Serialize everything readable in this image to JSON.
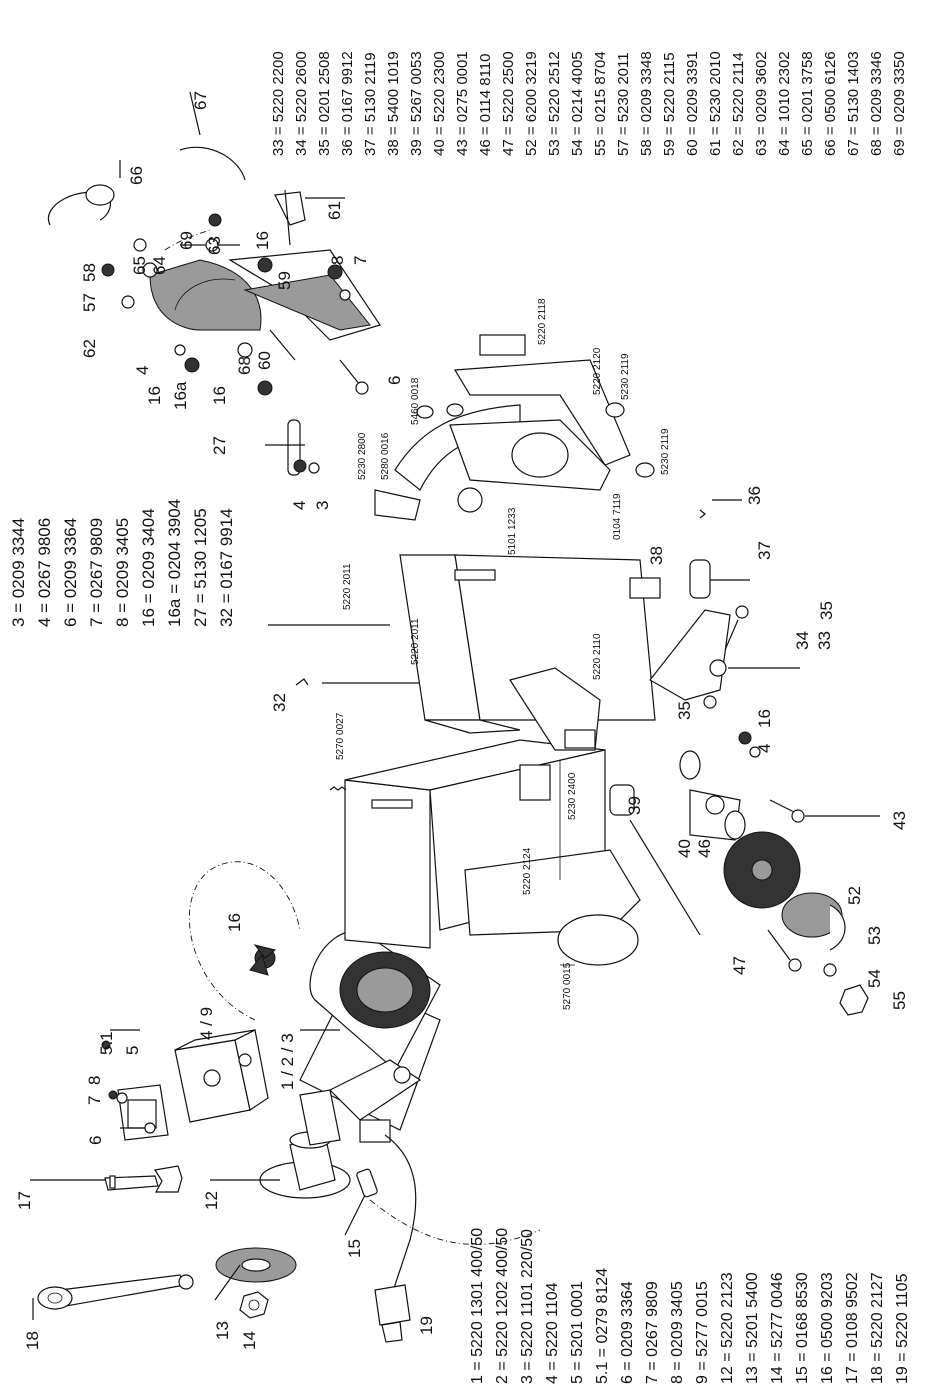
{
  "parts_list_left": [
    "1 = 5220 1301  400/50",
    "2 = 5220 1202  400/50",
    "3 = 5220 1101  220/50",
    "4 = 5220 1104",
    "5 = 5201 0001",
    "5.1 = 0279 8124",
    "6 = 0209 3364",
    "7 = 0267 9809",
    "8 =  0209 3405",
    "9 = 5277 0015",
    "12 = 5220 2123",
    "13 = 5201 5400",
    "14 = 5277 0046",
    "15 = 0168 8530",
    "16 = 0500 9203",
    "17 = 0108 9502",
    "18 = 5220 2127",
    "19 = 5220 1105"
  ],
  "parts_list_middle": [
    "3 =  0209 3344",
    "4 = 0267 9806",
    "6 = 0209 3364",
    "7 = 0267 9809",
    "8 = 0209 3405",
    "16 = 0209 3404",
    "16a = 0204 3904",
    "27 = 5130 1205",
    "32 = 0167 9914"
  ],
  "parts_list_right": [
    "33  =   5220 2200",
    "34  =   5220 2600",
    "35  =   0201 2508",
    "36  =   0167 9912",
    "37  =   5130 2119",
    "38  =   5400 1019",
    "39  =   5267 0053",
    "40  =   5220 2300",
    "43  =   0275 0001",
    "46  =   0114 8110",
    "47  =   5220 2500",
    "52  =   6200 3219",
    "53  =   5220 2512",
    "54  =   0214 4005",
    "55  =   0215 8704",
    "57  =   5230 2011",
    "58  =   0209 3348",
    "59  =   5220 2115",
    "60  =   0209 3391",
    "61  =   5230 2010",
    "62  =   5220 2114",
    "63  =   0209 3602",
    "64  =   1010 2302",
    "65  =   0201 3758",
    "66  =   0500 6126",
    "67  =   5130 1403",
    "68  =   0209 3346",
    "69  =   0209 3350"
  ],
  "callouts": {
    "c18": "18",
    "c14": "14",
    "c13": "13",
    "c19": "19",
    "c15": "15",
    "c12": "12",
    "c17": "17",
    "c6": "6",
    "c7": "7",
    "c8": "8",
    "c5": "5",
    "c51": "5.1",
    "c49": "4 / 9",
    "c123": "1 / 2 / 3",
    "c16m": "16",
    "c32": "32",
    "c4a": "4",
    "c3a": "3",
    "c27": "27",
    "c16a": "16a",
    "c16b": "16",
    "c16c": "16",
    "c4b": "4",
    "c62": "62",
    "c68": "68",
    "c60": "60",
    "c57": "57",
    "c58": "58",
    "c65": "65",
    "c64": "64",
    "c69": "69",
    "c63": "63",
    "c16d": "16",
    "c8b": "8",
    "c7b": "7",
    "c59": "59",
    "c6b": "6",
    "c66": "66",
    "c67": "67",
    "c61": "61",
    "c47": "47",
    "c55": "55",
    "c54": "54",
    "c53": "53",
    "c52": "52",
    "c46": "46",
    "c40": "40",
    "c39": "39",
    "c43": "43",
    "c4c": "4",
    "c16e": "16",
    "c35a": "35",
    "c33": "33",
    "c34": "34",
    "c35b": "35",
    "c37": "37",
    "c38": "38",
    "c36": "36"
  },
  "refs": {
    "r1": "5270 0015",
    "r2": "5220 2124",
    "r3": "5230 2400",
    "r4": "5270 0027",
    "r5": "5220 2011",
    "r6": "5220 2011",
    "r7": "5220 2110",
    "r8": "5101 1233",
    "r9": "0104 7119",
    "r10": "5230 2119",
    "r11": "5230 2119",
    "r12": "5220 2120",
    "r13": "5220 2118",
    "r14": "5460 0018",
    "r15": "5280 0016",
    "r16": "5230 2800"
  }
}
